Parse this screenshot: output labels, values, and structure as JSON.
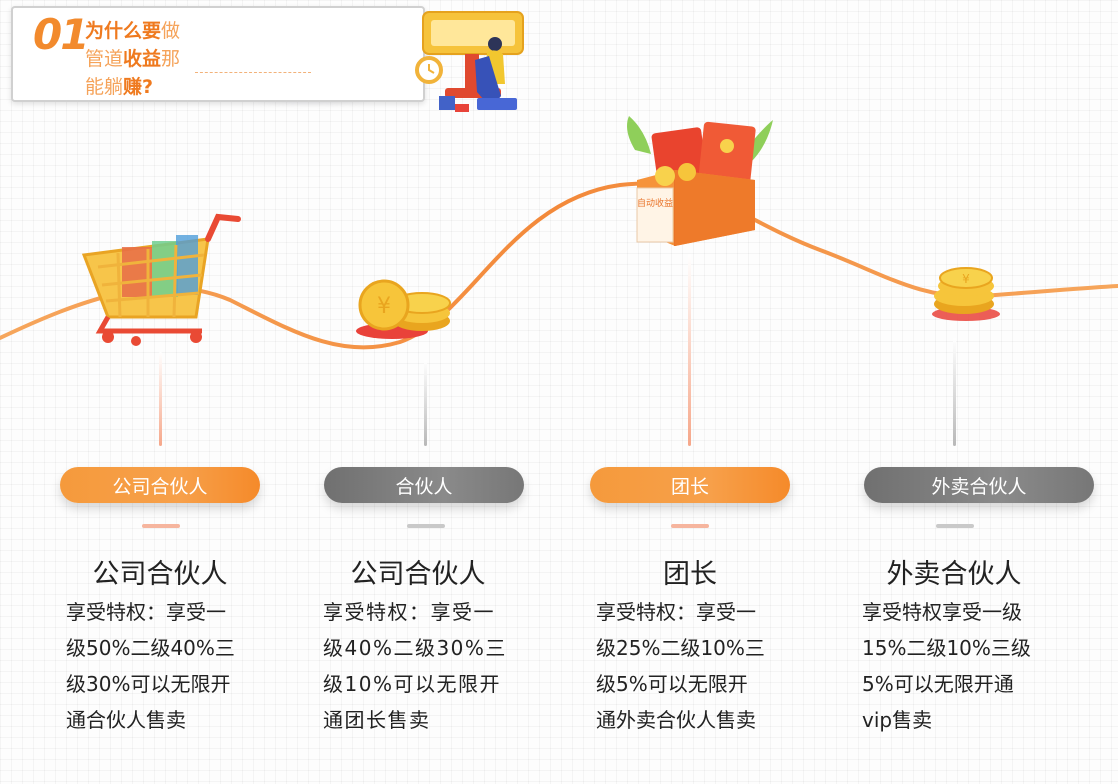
{
  "header": {
    "number": "01",
    "line1_plain": "为什么要",
    "line1_bold": "",
    "line1_tail": "做",
    "line2_plain": "管道",
    "line2_bold": "收益",
    "line2_tail": "那",
    "line3_plain": "能躺",
    "line3_bold": "赚?"
  },
  "receipt_text": "自动收益",
  "colors": {
    "orange": "#f5933a",
    "gray": "#7a7a7a",
    "curve": "#f39a4a"
  },
  "cards": [
    {
      "pill_label": "公司合伙人",
      "pill_style": "orange",
      "title": "公司合伙人",
      "description": "享受特权：享受一\n级50%二级40%三\n级30%可以无限开\n通合伙人售卖",
      "icon": "shopping-cart-icon"
    },
    {
      "pill_label": "合伙人",
      "pill_style": "gray",
      "title": "公司合伙人",
      "description": "享受特权：享受一\n级40%二级30%三\n级10%可以无限开\n通团长售卖",
      "icon": "coin-stack-icon"
    },
    {
      "pill_label": "团长",
      "pill_style": "orange",
      "title": "团长",
      "description": "享受特权：享受一\n级25%二级10%三\n级5%可以无限开\n通外卖合伙人售卖",
      "icon": "red-envelope-box-icon"
    },
    {
      "pill_label": "外卖合伙人",
      "pill_style": "gray",
      "title": "外卖合伙人",
      "description": "享受特权享受一级\n15%二级10%三级\n5%可以无限开通\nvip售卖",
      "icon": "coin-pile-icon"
    }
  ]
}
